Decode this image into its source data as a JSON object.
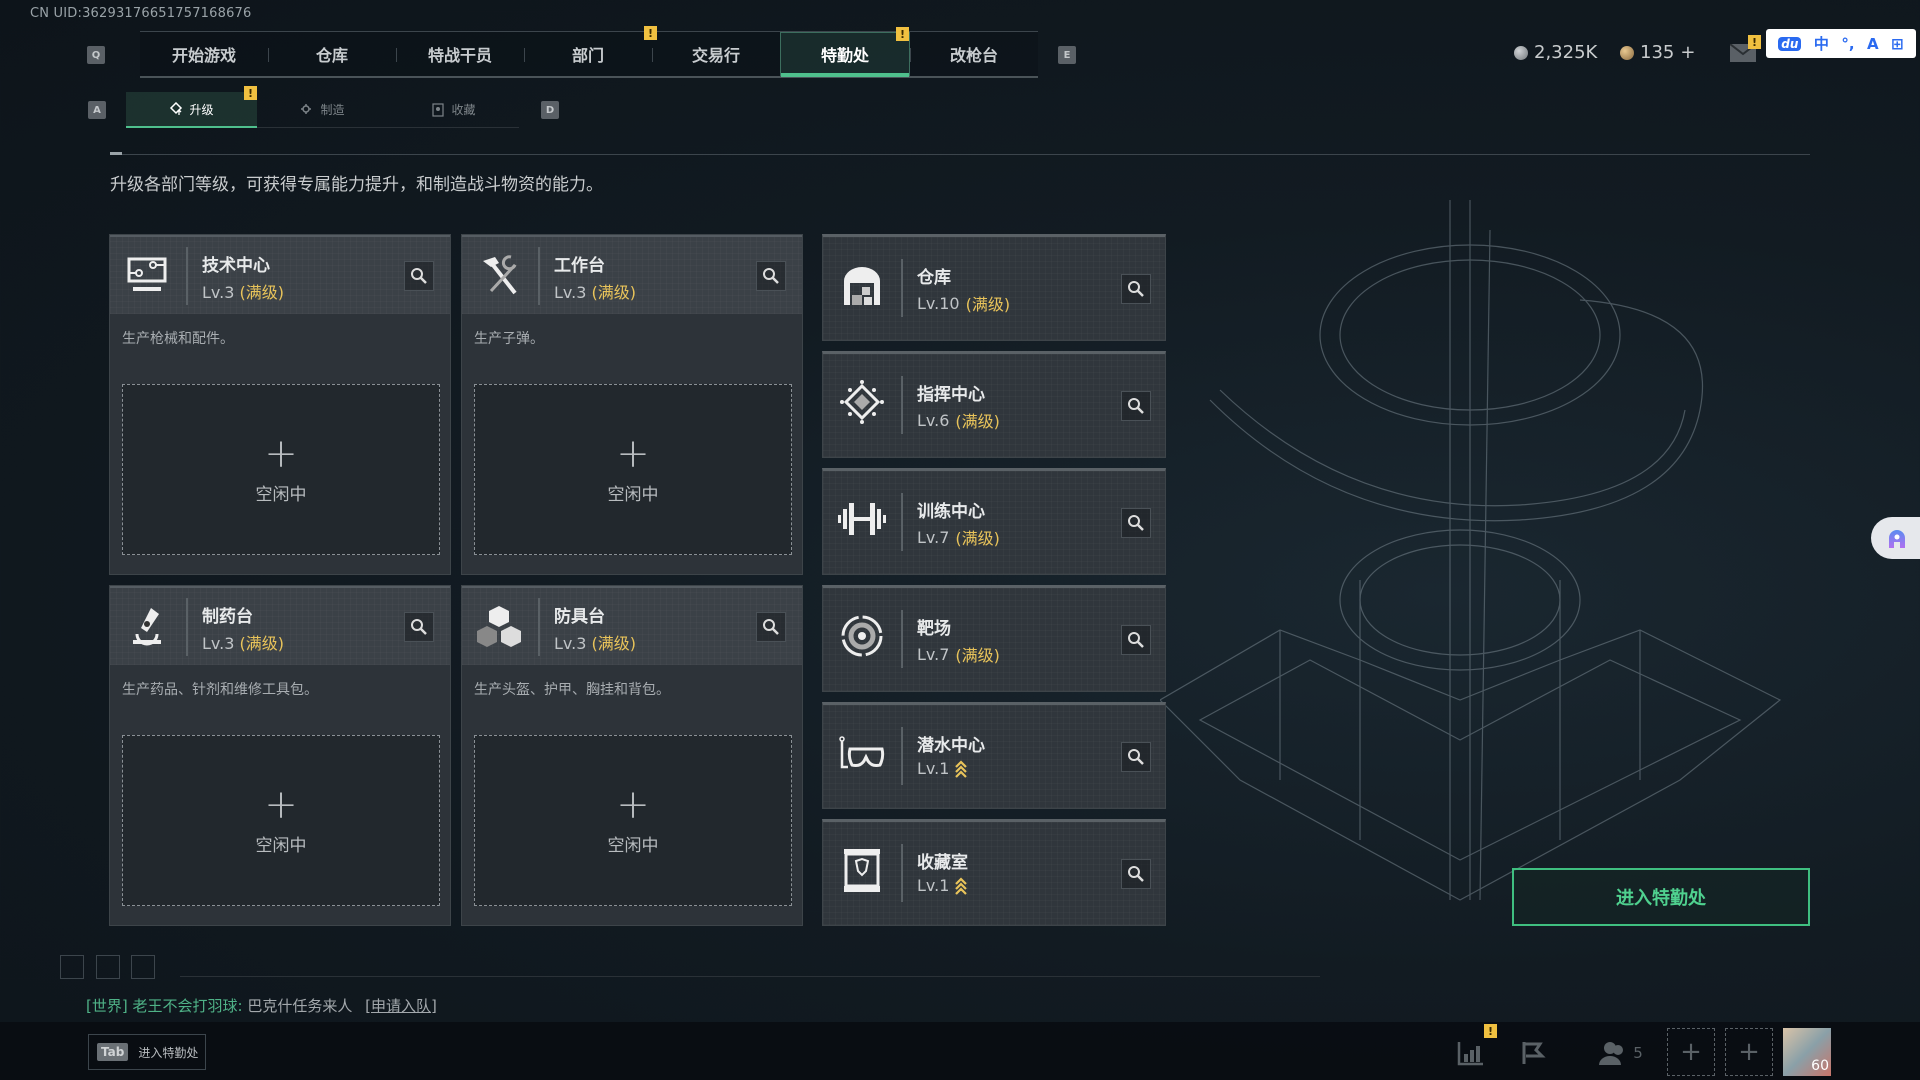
{
  "uid": "CN UID:36293176651757168676",
  "top_nav": {
    "left_key": "Q",
    "right_key": "E",
    "tabs": [
      {
        "label": "开始游戏",
        "active": false,
        "alert": false
      },
      {
        "label": "仓库",
        "active": false,
        "alert": false
      },
      {
        "label": "特战干员",
        "active": false,
        "alert": false
      },
      {
        "label": "部门",
        "active": false,
        "alert": true
      },
      {
        "label": "交易行",
        "active": false,
        "alert": false
      },
      {
        "label": "特勤处",
        "active": true,
        "alert": true
      },
      {
        "label": "改枪台",
        "active": false,
        "alert": false
      }
    ]
  },
  "sub_nav": {
    "left_key": "A",
    "right_key": "D",
    "tabs": [
      {
        "label": "升级",
        "icon": "upgrade-icon",
        "active": true,
        "alert": true
      },
      {
        "label": "制造",
        "icon": "gear-icon",
        "active": false,
        "alert": false
      },
      {
        "label": "收藏",
        "icon": "collection-icon",
        "active": false,
        "alert": false
      }
    ]
  },
  "currency": {
    "silver": "2,325K",
    "gold": "135",
    "gold_add": "+"
  },
  "alert_glyph": "!",
  "ime_toolbar": [
    "du",
    "中",
    "°,",
    "A",
    "⊞"
  ],
  "description": "升级各部门等级，可获得专属能力提升，和制造战斗物资的能力。",
  "production_cards": [
    {
      "name": "技术中心",
      "level": "Lv.3",
      "status": "(满级)",
      "desc": "生产枪械和配件。",
      "slot_plus": "+",
      "slot_label": "空闲中",
      "icon": "computer-icon"
    },
    {
      "name": "工作台",
      "level": "Lv.3",
      "status": "(满级)",
      "desc": "生产子弹。",
      "slot_plus": "+",
      "slot_label": "空闲中",
      "icon": "hammer-wrench-icon"
    },
    {
      "name": "制药台",
      "level": "Lv.3",
      "status": "(满级)",
      "desc": "生产药品、针剂和维修工具包。",
      "slot_plus": "+",
      "slot_label": "空闲中",
      "icon": "microscope-icon"
    },
    {
      "name": "防具台",
      "level": "Lv.3",
      "status": "(满级)",
      "desc": "生产头盔、护甲、胸挂和背包。",
      "slot_plus": "+",
      "slot_label": "空闲中",
      "icon": "armor-blocks-icon"
    }
  ],
  "facility_cards": [
    {
      "name": "仓库",
      "level": "Lv.10",
      "status": "(满级)",
      "upgradable": false,
      "icon": "warehouse-icon"
    },
    {
      "name": "指挥中心",
      "level": "Lv.6",
      "status": "(满级)",
      "upgradable": false,
      "icon": "command-chip-icon"
    },
    {
      "name": "训练中心",
      "level": "Lv.7",
      "status": "(满级)",
      "upgradable": false,
      "icon": "dumbbell-icon"
    },
    {
      "name": "靶场",
      "level": "Lv.7",
      "status": "(满级)",
      "upgradable": false,
      "icon": "target-icon"
    },
    {
      "name": "潜水中心",
      "level": "Lv.1",
      "status": "",
      "upgradable": true,
      "icon": "diving-mask-icon"
    },
    {
      "name": "收藏室",
      "level": "Lv.1",
      "status": "",
      "upgradable": true,
      "icon": "display-case-icon"
    }
  ],
  "enter_button": "进入特勤处",
  "chat": {
    "channel": "[世界]",
    "sender": "老王不会打羽球:",
    "message": "巴克什任务来人",
    "action": "[申请入队]"
  },
  "bottom": {
    "tab_key": "Tab",
    "tab_label": "进入特勤处",
    "friends_count": "5",
    "add_slot": "+",
    "avatar_level": "60"
  },
  "colors": {
    "accent_green": "#4fc08d",
    "max_level_gold": "#e8c35a",
    "alert_yellow": "#f0c040"
  }
}
